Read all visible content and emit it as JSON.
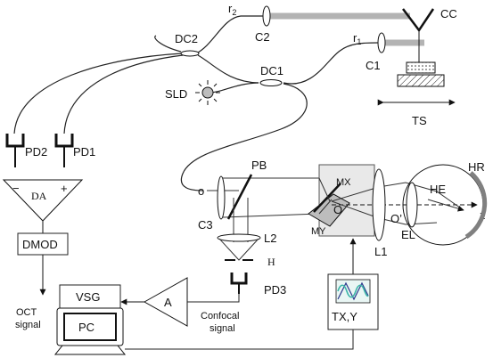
{
  "labels": {
    "r2": "r",
    "r2_sub": "2",
    "r1": "r",
    "r1_sub": "1",
    "cc": "CC",
    "c1": "C1",
    "c2": "C2",
    "dc1": "DC1",
    "dc2": "DC2",
    "sld": "SLD",
    "ts": "TS",
    "pd1": "PD1",
    "pd2": "PD2",
    "da": "DA",
    "da_minus": "−",
    "da_plus": "+",
    "dmod": "DMOD",
    "oct_signal_1": "OCT",
    "oct_signal_2": "signal",
    "vsg": "VSG",
    "pc": "PC",
    "a": "A",
    "confocal_1": "Confocal",
    "confocal_2": "signal",
    "pd3": "PD3",
    "h": "H",
    "l2": "L2",
    "pb": "PB",
    "o": "o",
    "c3": "C3",
    "mx": "MX",
    "my": "MY",
    "o_center": "O",
    "l1": "L1",
    "o_prime": "O’",
    "el": "EL",
    "he": "HE",
    "hr": "HR",
    "z": "z",
    "txy": "TX,Y"
  },
  "colors": {
    "ref_beam": "#b3b3b3",
    "scanner_box": "#e9e9e9",
    "mirror_my": "#bdbdbd",
    "retina": "#808080",
    "txy_wave": "#3ab5a8",
    "txy_tri": "#2b3a8c",
    "sld": "#bdbdbd"
  }
}
